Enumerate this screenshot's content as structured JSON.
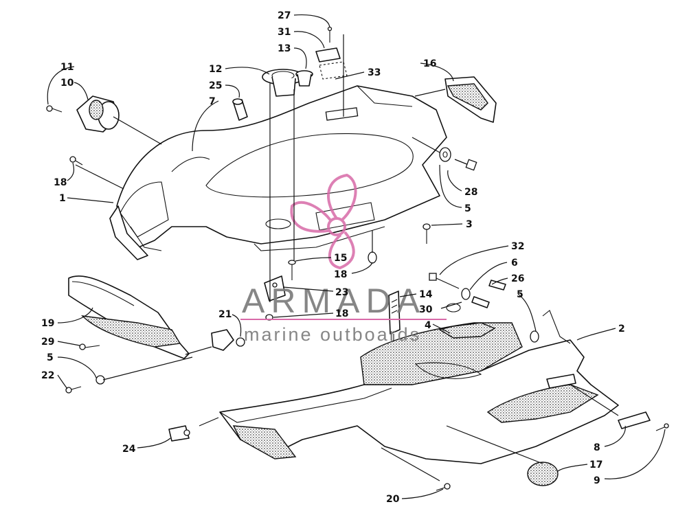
{
  "watermark": {
    "brand": "ARMADA",
    "subtitle": "marine outboards",
    "accent_color": "#d86aa8",
    "text_color": "#7a7a7a"
  },
  "callouts": {
    "c27": "27",
    "c31": "31",
    "c13": "13",
    "c12": "12",
    "c33": "33",
    "c11": "11",
    "c10": "10",
    "c25": "25",
    "c7": "7",
    "c16": "16",
    "c18a": "18",
    "c1": "1",
    "c28": "28",
    "c5a": "5",
    "c3": "3",
    "c15": "15",
    "c18b": "18",
    "c32": "32",
    "c6": "6",
    "c26": "26",
    "c5b": "5",
    "c23": "23",
    "c14": "14",
    "c30": "30",
    "c18c": "18",
    "c21": "21",
    "c4": "4",
    "c2": "2",
    "c19": "19",
    "c29": "29",
    "c5c": "5",
    "c22": "22",
    "c24": "24",
    "c8": "8",
    "c17": "17",
    "c9": "9",
    "c20": "20"
  }
}
